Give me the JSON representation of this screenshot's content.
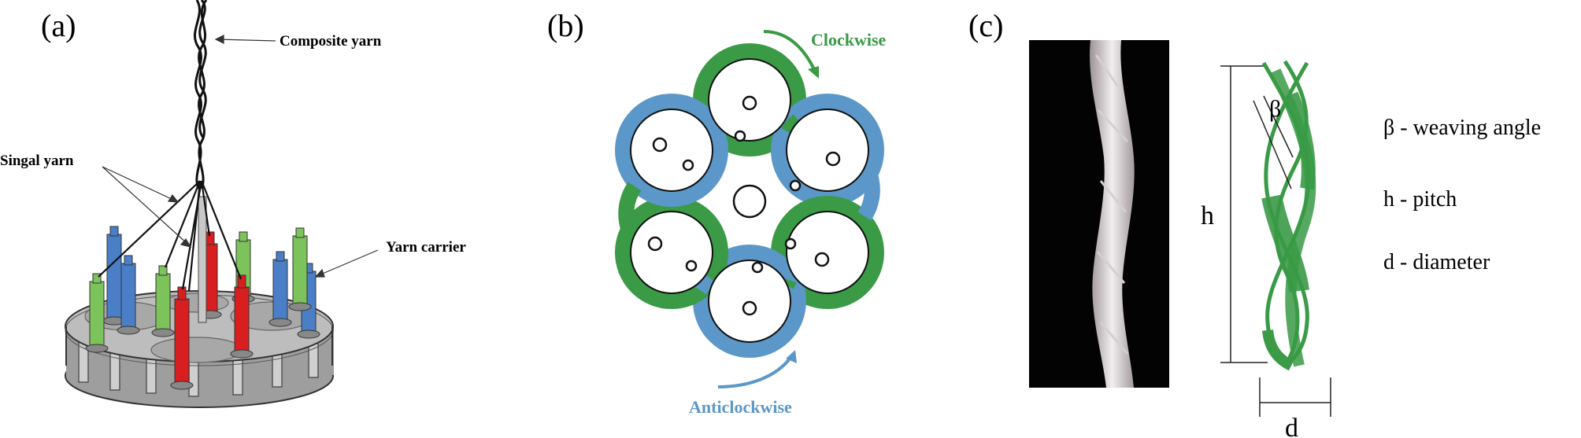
{
  "panels": [
    {
      "id": "a",
      "label": "(a)",
      "annotations": {
        "composite": "Composite yarn",
        "single": "Singal yarn",
        "carrier": "Yarn carrier"
      }
    },
    {
      "id": "b",
      "label": "(b)",
      "annotations": {
        "clockwise": "Clockwise",
        "anticlockwise": "Anticlockwise"
      }
    },
    {
      "id": "c",
      "label": "(c)",
      "dimension_labels": {
        "h": "h",
        "d": "d",
        "beta": "β"
      },
      "legend": [
        "β - weaving angle",
        "h - pitch",
        "d - diameter"
      ]
    }
  ],
  "colors": {
    "green": "#3a9a46",
    "blue": "#5b97c8",
    "red": "#d81e1e",
    "light_green": "#7cc35c",
    "carrier_blue": "#4a7fc8",
    "platform_gray": "#b9b9b9"
  }
}
